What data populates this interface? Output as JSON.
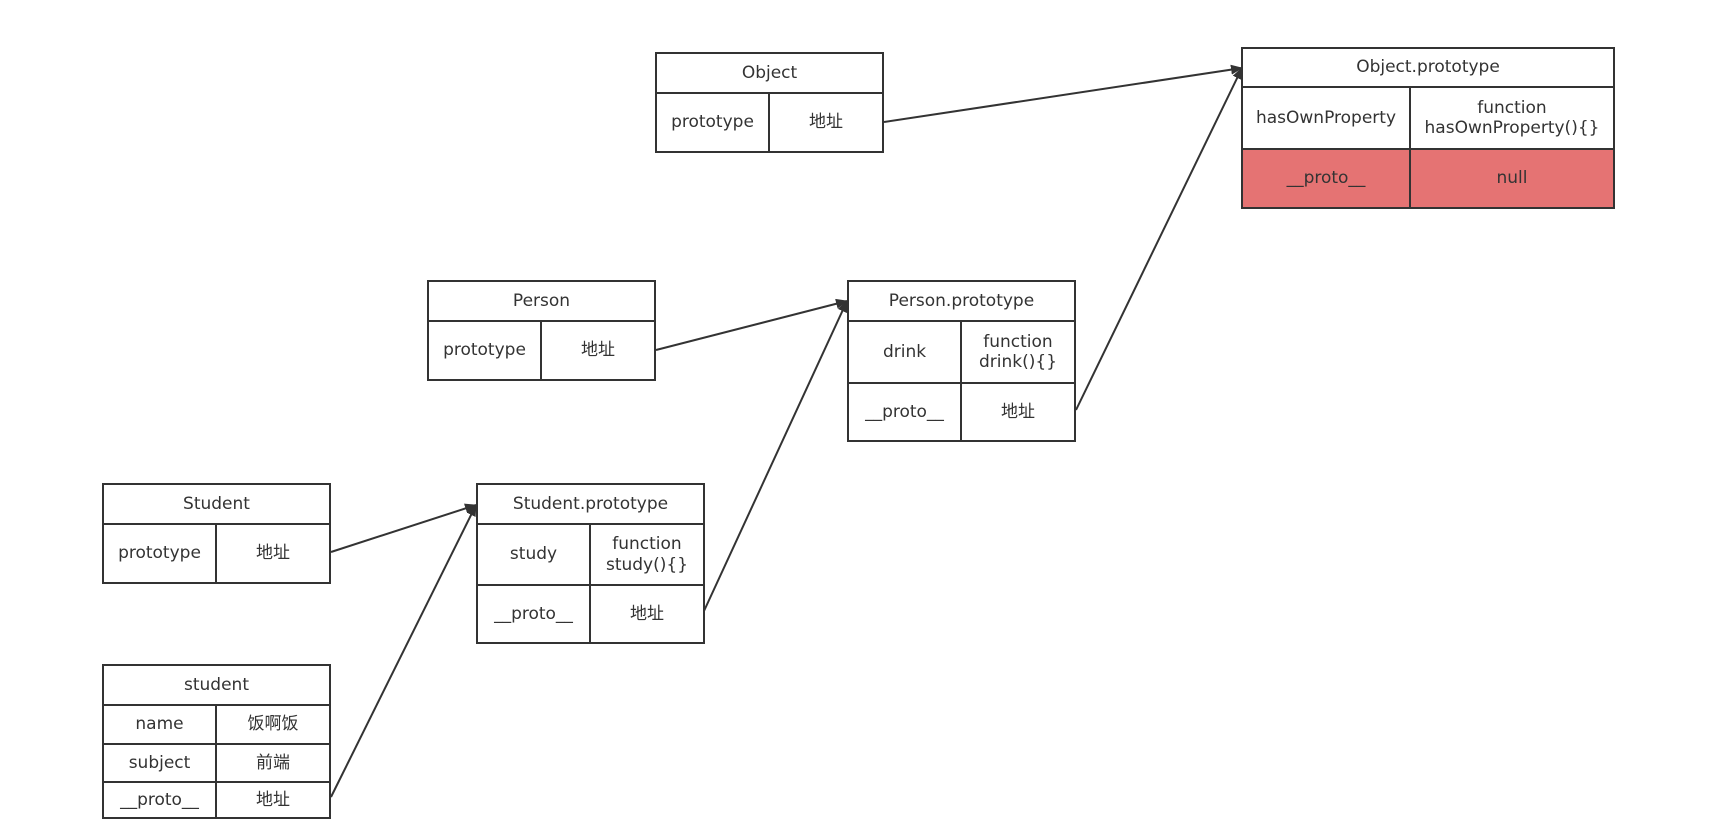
{
  "diagram": {
    "colors": {
      "border": "#333333",
      "text": "#333333",
      "highlight": "#e57373",
      "background": "#ffffff"
    },
    "nodes": {
      "object": {
        "title": "Object",
        "rows": [
          {
            "key": "prototype",
            "value": "地址"
          }
        ]
      },
      "object_prototype": {
        "title": "Object.prototype",
        "rows": [
          {
            "key": "hasOwnProperty",
            "value": "function\nhasOwnProperty(){}"
          },
          {
            "key": "__proto__",
            "value": "null",
            "highlighted": true
          }
        ]
      },
      "person": {
        "title": "Person",
        "rows": [
          {
            "key": "prototype",
            "value": "地址"
          }
        ]
      },
      "person_prototype": {
        "title": "Person.prototype",
        "rows": [
          {
            "key": "drink",
            "value": "function\ndrink(){}"
          },
          {
            "key": "__proto__",
            "value": "地址"
          }
        ]
      },
      "student_ctor": {
        "title": "Student",
        "rows": [
          {
            "key": "prototype",
            "value": "地址"
          }
        ]
      },
      "student_prototype": {
        "title": "Student.prototype",
        "rows": [
          {
            "key": "study",
            "value": "function\nstudy(){}"
          },
          {
            "key": "__proto__",
            "value": "地址"
          }
        ]
      },
      "student_instance": {
        "title": "student",
        "rows": [
          {
            "key": "name",
            "value": "饭啊饭"
          },
          {
            "key": "subject",
            "value": "前端"
          },
          {
            "key": "__proto__",
            "value": "地址"
          }
        ]
      }
    },
    "edges": [
      {
        "from": "object.prototype",
        "to": "object_prototype"
      },
      {
        "from": "person.prototype",
        "to": "person_prototype"
      },
      {
        "from": "student_ctor.prototype",
        "to": "student_prototype"
      },
      {
        "from": "student_instance.__proto__",
        "to": "student_prototype"
      },
      {
        "from": "student_prototype.__proto__",
        "to": "person_prototype"
      },
      {
        "from": "person_prototype.__proto__",
        "to": "object_prototype"
      }
    ]
  }
}
